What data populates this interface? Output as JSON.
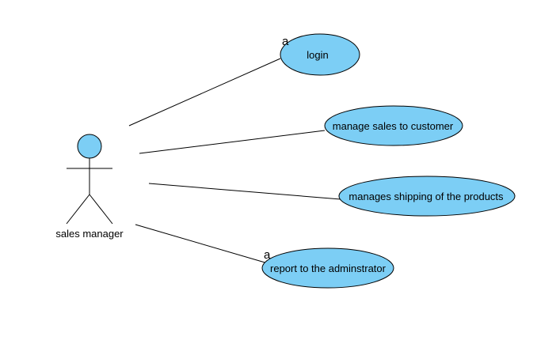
{
  "diagram": {
    "actor": {
      "name": "sales manager"
    },
    "use_cases": [
      {
        "label": "login",
        "marker": "a"
      },
      {
        "label": "manage sales to customer",
        "marker": ""
      },
      {
        "label": "manages shipping of the products",
        "marker": ""
      },
      {
        "label": "report to the adminstrator",
        "marker": "a"
      }
    ],
    "colors": {
      "use_case_fill": "#7ccef5",
      "actor_head_fill": "#7ccef5",
      "line": "#000000"
    }
  }
}
